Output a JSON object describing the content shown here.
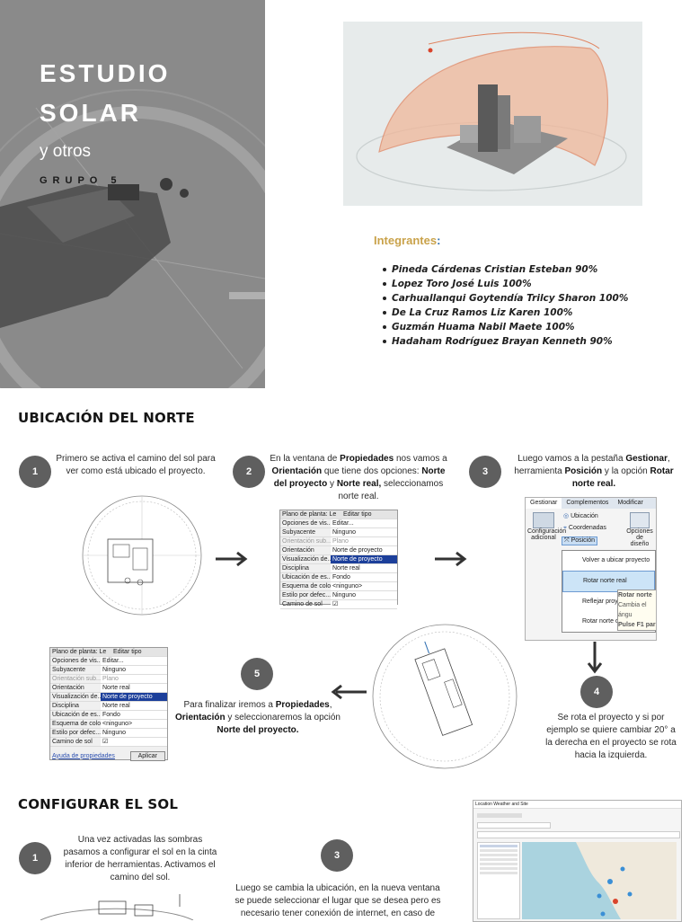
{
  "hero": {
    "title_line1": "ESTUDIO",
    "title_line2": "SOLAR",
    "subtitle": "y otros",
    "group": "GRUPO 5"
  },
  "members": {
    "title": "Integrantes",
    "title_colon": ":",
    "items": [
      "Pineda Cárdenas Cristian Esteban 90%",
      "Lopez Toro José Luis 100%",
      "Carhuallanqui Goytendía Trilcy Sharon 100%",
      "De La Cruz Ramos Liz Karen 100%",
      "Guzmán Huama Nabil Maete 100%",
      "Hadaham Rodríguez Brayan Kenneth 90%"
    ]
  },
  "section_north": {
    "heading": "UBICACIÓN DEL NORTE",
    "steps": [
      {
        "num": "1",
        "text": "Primero se activa el camino del sol para ver como está ubicado el proyecto."
      },
      {
        "num": "2",
        "t1": "En la ventana de ",
        "b1": "Propiedades",
        "t2": " nos vamos a ",
        "b2": "Orientación",
        "t3": " que tiene dos opciones: ",
        "b3": "Norte del proyecto",
        "t4": " y ",
        "b4": "Norte real,",
        "t5": " seleccionamos norte real."
      },
      {
        "num": "3",
        "t1": "Luego vamos a la pestaña ",
        "b1": "Gestionar",
        "t2": ", herramienta ",
        "b2": "Posición",
        "t3": " y la opción ",
        "b3": "Rotar norte real."
      },
      {
        "num": "4",
        "text": "Se rota el proyecto y si por ejemplo se quiere cambiar 20° a la derecha en el proyecto se rota hacia la izquierda."
      },
      {
        "num": "5",
        "t1": "Para finalizar iremos a ",
        "b1": "Propiedades",
        "t2": ", ",
        "b2": "Orientación",
        "t3": " y seleccionaremos la opción ",
        "b3": "Norte del proyecto."
      }
    ],
    "props_panel": {
      "header": "Plano de planta: Le",
      "edit_type": "Editar tipo",
      "rows": [
        {
          "k": "Opciones de vis...",
          "v": "Editar..."
        },
        {
          "k": "Subyacente",
          "v": "Ninguno"
        },
        {
          "k": "Orientación sub...",
          "v": "Plano"
        },
        {
          "k": "Orientación",
          "v": "Norte de proyecto"
        },
        {
          "k": "Visualización de...",
          "v": "Norte de proyecto"
        },
        {
          "k": "Disciplina",
          "v": "Norte real"
        },
        {
          "k": "Ubicación de es...",
          "v": "Fondo"
        },
        {
          "k": "Esquema de color",
          "v": "<ninguno>"
        },
        {
          "k": "Estilo por defec...",
          "v": "Ninguno"
        },
        {
          "k": "Camino de sol",
          "v": "☑"
        }
      ],
      "help_link": "Ayuda de propiedades",
      "apply": "Aplicar"
    },
    "ribbon": {
      "tabs": [
        "Gestionar",
        "Complementos",
        "Modificar"
      ],
      "tools": [
        "Ubicación",
        "Coordenadas",
        "Posición",
        "Opciones de diseño",
        "Configuración adicional"
      ],
      "menu": [
        "Volver a ubicar proyecto",
        "Rotar norte real",
        "Reflejar proyecto",
        "Rotar norte de proyecto"
      ],
      "tooltip": [
        "Rotar norte",
        "Cambia el ángu",
        "Pulse F1 par"
      ]
    }
  },
  "section_sun": {
    "heading": "CONFIGURAR EL SOL",
    "steps": [
      {
        "num": "1",
        "text": "Una vez activadas las sombras pasamos a configurar el sol en la cinta inferior de herramientas. Activamos el camino del sol."
      },
      {
        "num": "3",
        "text": "Luego se cambia la ubicación, en la nueva ventana se puede seleccionar el lugar que se desea pero es necesario tener conexión de internet, en caso de"
      }
    ],
    "dialog_title": "Location Weather and Site"
  },
  "colors": {
    "hero_bg": "#8a8a8a",
    "accent_gold": "#c9a24a",
    "step_circle": "#5f5f5f",
    "dome_orange": "#e8956c"
  }
}
